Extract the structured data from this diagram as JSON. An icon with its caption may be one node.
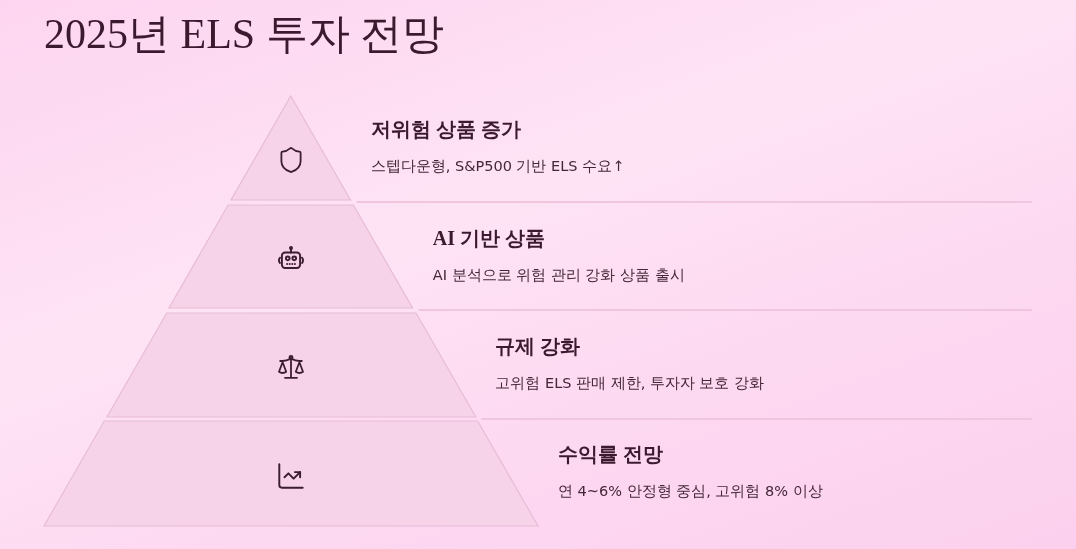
{
  "diagram": {
    "title": "2025년 ELS 투자 전망",
    "nodes": [
      {
        "text": [
          "저위험 상품 증가",
          "스텝다운형, S&P500 기반 ELS 수요↑"
        ]
      },
      {
        "text": [
          "AI 기반 상품",
          "AI 분석으로 위험 관리 강화 상품 출시"
        ]
      },
      {
        "text": [
          "규제 강화",
          "고위험 ELS 판매 제한, 투자자 보호 강화"
        ]
      },
      {
        "text": [
          "수익률 전망",
          "연 4~6% 안정형 중심, 고위험 8% 이상"
        ]
      }
    ]
  }
}
